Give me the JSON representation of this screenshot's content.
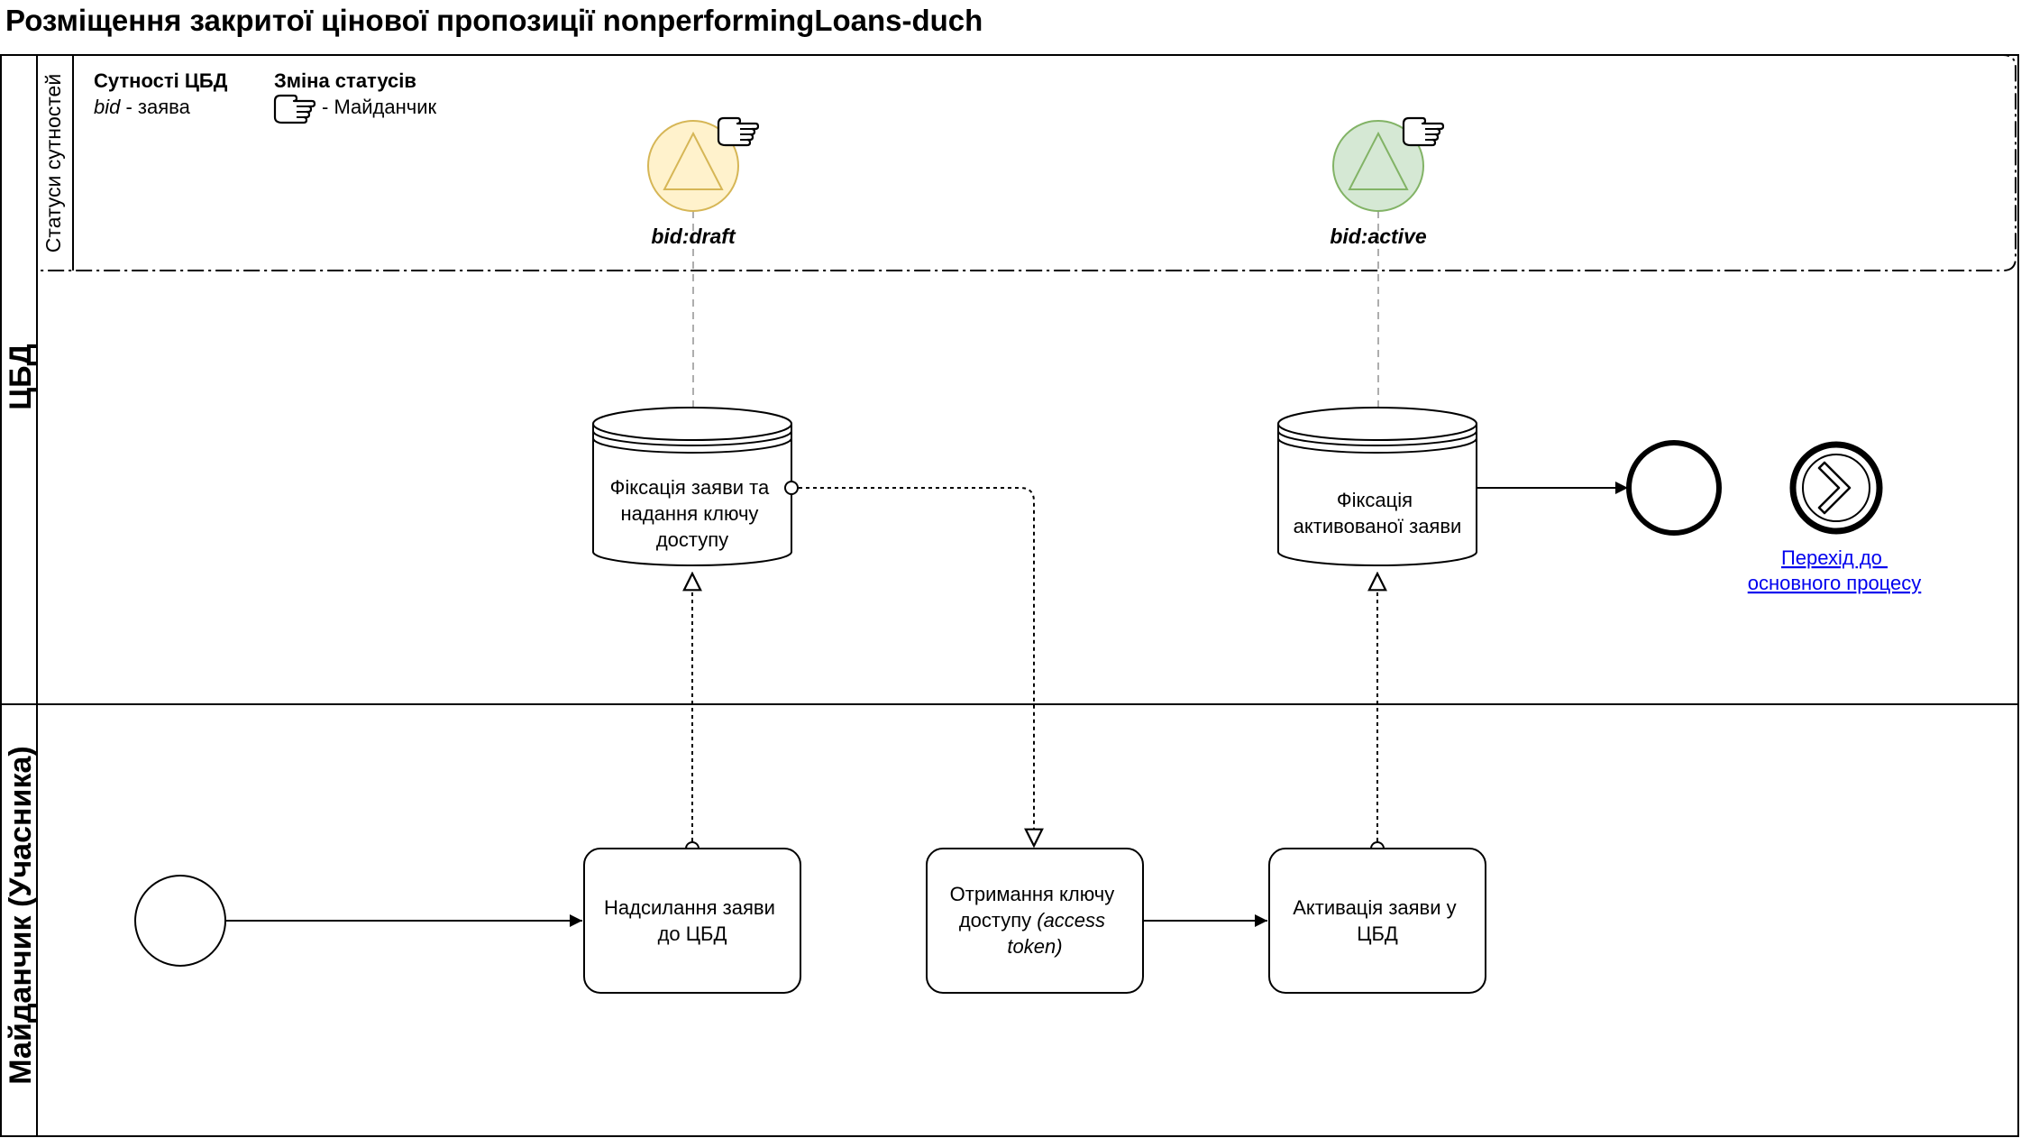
{
  "title": "Розміщення закритої цінової пропозиції nonperformingLoans-duch",
  "lanes": {
    "statuses": "Статуси сутностей",
    "cbd": "ЦБД",
    "platform": "Майданчик (Учасника)"
  },
  "legend": {
    "entities_header": "Сутності ЦБД",
    "entity_key": "bid",
    "entity_value": " - заява",
    "status_header": "Зміна статусів",
    "platform_value": "- Майданчик"
  },
  "statuses": {
    "draft": "bid:draft",
    "active": "bid:active"
  },
  "stores": {
    "store1": [
      "Фіксація заяви та",
      "надання ключу",
      "доступу"
    ],
    "store2": [
      "Фіксація",
      "активованої заяви"
    ]
  },
  "tasks": {
    "send": [
      "Надсилання заяви",
      "до ЦБД"
    ],
    "receive_line1": "Отримання ключу",
    "receive_line2_plain": "доступу ",
    "receive_line2_italic": "(access",
    "receive_line3_italic": "token)",
    "activate": [
      "Активація заяви у",
      "ЦБД"
    ]
  },
  "link": [
    "Перехід до ",
    "основного процесу"
  ],
  "colors": {
    "draft_fill": "#fff2cc",
    "draft_stroke": "#d6b656",
    "active_fill": "#d5e8d4",
    "active_stroke": "#82b366",
    "link": "#0000ee",
    "dashed_gray": "#999999"
  }
}
